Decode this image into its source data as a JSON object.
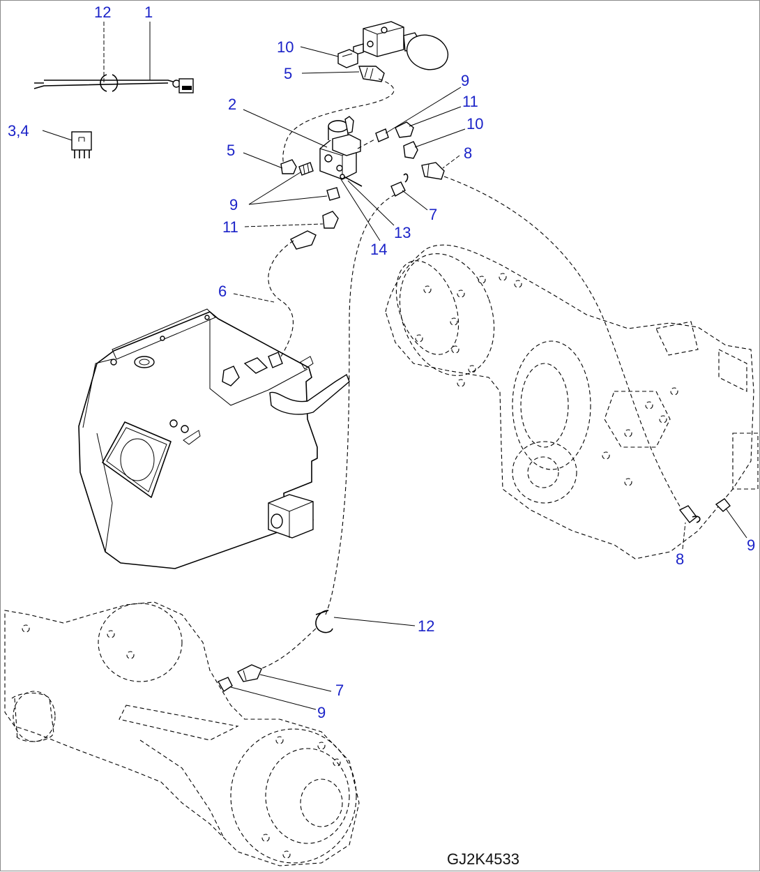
{
  "drawing_id": "GJ2K4533",
  "callouts": {
    "c1": "1",
    "c12_top": "12",
    "c3_4": "3,4",
    "c10_top": "10",
    "c5_top": "5",
    "c2": "2",
    "c5_left": "5",
    "c9_right": "9",
    "c11_right": "11",
    "c10_right": "10",
    "c8_top": "8",
    "c9_left": "9",
    "c11_left": "11",
    "c7_top": "7",
    "c13": "13",
    "c14": "14",
    "c6": "6",
    "c9_far": "9",
    "c8_bottom": "8",
    "c12_bottom": "12",
    "c7_bottom": "7",
    "c9_bottom": "9"
  }
}
